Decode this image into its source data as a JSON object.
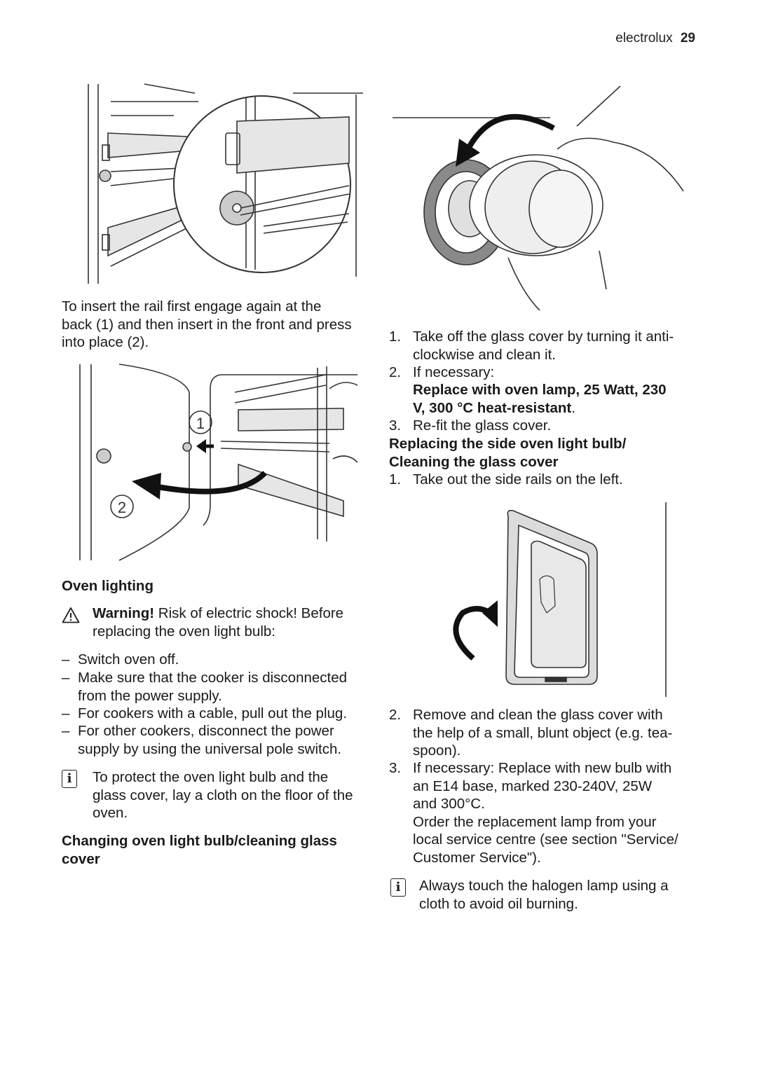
{
  "header": {
    "brand": "electrolux",
    "page_number": "29"
  },
  "left": {
    "rail_caption": "To insert the rail first engage again at the back (1) and then insert in the front and press into place (2).",
    "rail_caption_lines": [
      "To insert the rail first engage again at the",
      "back (1) and then insert in the front and press",
      "into place (2)."
    ],
    "figure_labels": {
      "one": "1",
      "two": "2"
    },
    "oven_lighting_heading": "Oven lighting",
    "warning": {
      "label": "Warning!",
      "line1_rest": " Risk of electric shock! Before",
      "line2": "replacing the oven light bulb:"
    },
    "dash_items": [
      {
        "lines": [
          "Switch oven off."
        ]
      },
      {
        "lines": [
          "Make sure that the cooker is disconnected",
          "from the power supply."
        ]
      },
      {
        "lines": [
          "For cookers with a cable, pull out the plug."
        ]
      },
      {
        "lines": [
          "For other cookers, disconnect the power",
          "supply by using the universal pole switch."
        ]
      }
    ],
    "info_note_lines": [
      "To protect the oven light bulb and the",
      "glass cover, lay a cloth on the floor of the",
      "oven."
    ],
    "changing_heading_lines": [
      "Changing oven light bulb/cleaning glass",
      "cover"
    ]
  },
  "right": {
    "steps_a": [
      {
        "n": "1.",
        "lines": [
          "Take off the glass cover by turning it anti-",
          "clockwise and clean it."
        ]
      },
      {
        "n": "2.",
        "lines": [
          "If necessary:"
        ]
      }
    ],
    "replace_bold_line1": "Replace with oven lamp, 25 Watt, 230",
    "replace_bold_line2": "V, 300 °C heat-resistant",
    "replace_bold_end": ".",
    "step_3": {
      "n": "3.",
      "text": "Re-fit the glass cover."
    },
    "side_heading_lines": [
      "Replacing the side oven light bulb/",
      "Cleaning the glass cover"
    ],
    "side_step_1": {
      "n": "1.",
      "text": "Take out the side rails on the left."
    },
    "steps_b": [
      {
        "n": "2.",
        "lines": [
          "Remove and clean the glass cover with",
          "the help of a small, blunt object (e.g. tea-",
          "spoon)."
        ]
      },
      {
        "n": "3.",
        "lines": [
          "If necessary: Replace with new bulb with",
          "an E14 base, marked 230-240V, 25W",
          "and 300°C.",
          "Order the replacement lamp from your",
          "local service centre (see section \"Service/",
          "Customer Service\")."
        ]
      }
    ],
    "info_note_lines": [
      "Always touch the halogen lamp using a",
      "cloth to avoid oil burning."
    ]
  },
  "icons": [
    "warning-triangle-icon",
    "info-icon"
  ],
  "colors": {
    "text": "#1a1a1a",
    "line_art": "#333333",
    "rail_fill": "#e6e6e6"
  }
}
